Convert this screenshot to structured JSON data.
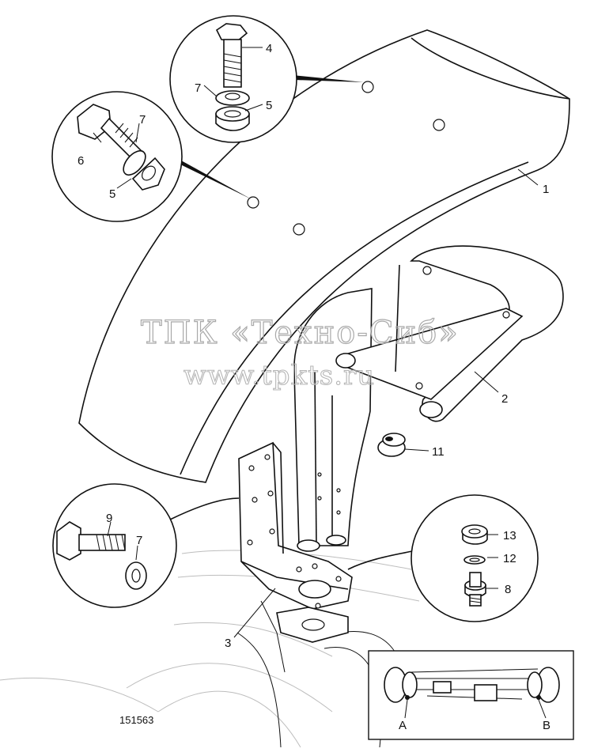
{
  "watermark": {
    "line1": "ТПК «Техно-Сиб»",
    "line2": "www.tpkts.ru"
  },
  "callouts": {
    "p1": "1",
    "p2": "2",
    "p3": "3",
    "p4": "4",
    "p5_top": "5",
    "p5_left": "5",
    "p6": "6",
    "p7_top": "7",
    "p7_left": "7",
    "p7_bottom": "7",
    "p8": "8",
    "p9": "9",
    "p11": "11",
    "p12": "12",
    "p13": "13"
  },
  "inset": {
    "label_a": "A",
    "label_b": "B"
  },
  "figure_number": "151563"
}
